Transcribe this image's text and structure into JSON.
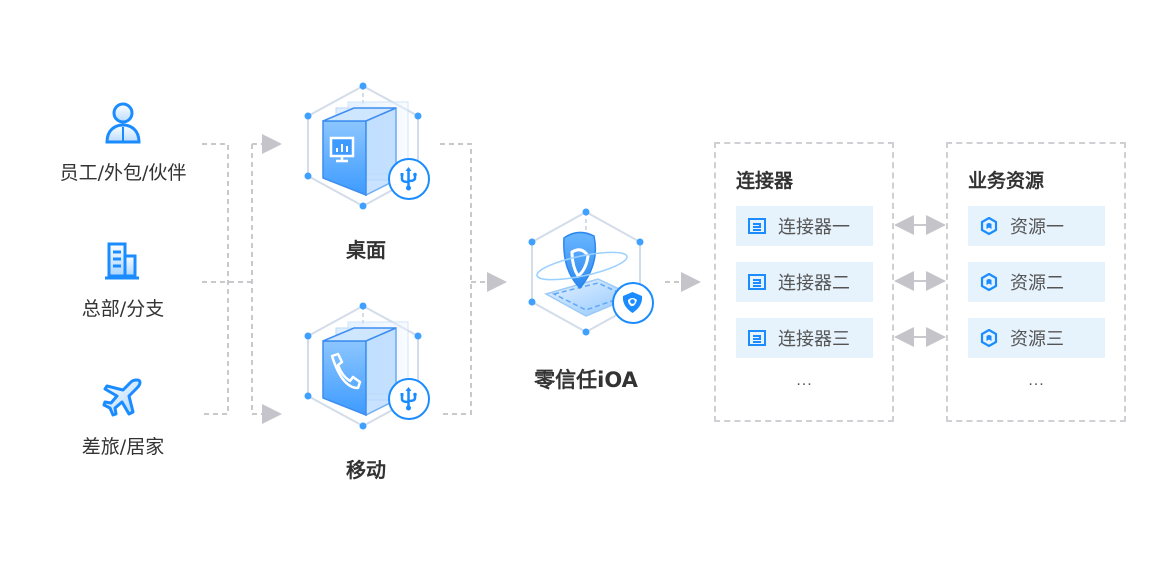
{
  "sources": [
    {
      "label": "员工/外包/伙伴",
      "icon": "person-icon"
    },
    {
      "label": "总部/分支",
      "icon": "building-icon"
    },
    {
      "label": "差旅/居家",
      "icon": "airplane-icon"
    }
  ],
  "endpoints": [
    {
      "label": "桌面",
      "icon": "desktop-monitor-icon",
      "badge": "usb-icon"
    },
    {
      "label": "移动",
      "icon": "phone-icon",
      "badge": "usb-icon"
    }
  ],
  "core": {
    "label": "零信任iOA",
    "icon": "shield-icon",
    "badge": "ioa-logo-icon"
  },
  "connectors": {
    "title": "连接器",
    "items": [
      "连接器一",
      "连接器二",
      "连接器三"
    ],
    "more": "..."
  },
  "resources": {
    "title": "业务资源",
    "items": [
      "资源一",
      "资源二",
      "资源三"
    ],
    "more": "..."
  },
  "colors": {
    "accent": "#1a8cff",
    "dashed_line": "#c8c8cd",
    "item_bg": "#e6f3fd"
  }
}
